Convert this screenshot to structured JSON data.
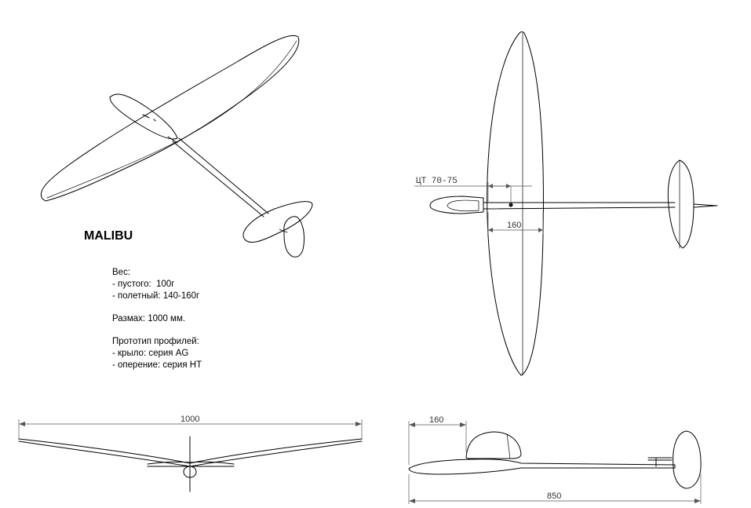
{
  "model": {
    "name": "MALIBU"
  },
  "specs": {
    "weight_title": "Вес:",
    "weight_empty": "- пустого:  100г",
    "weight_flying": "- полетный: 140-160г",
    "span": "Размах: 1000 мм.",
    "profiles_title": "Прототип профилей:",
    "profile_wing": "- крыло: серия AG",
    "profile_tail": "- оперение: серия HT"
  },
  "dimensions": {
    "cg": "ЦТ 70-75",
    "top_chord": "160",
    "span": "1000",
    "side_nose": "160",
    "length": "850"
  }
}
